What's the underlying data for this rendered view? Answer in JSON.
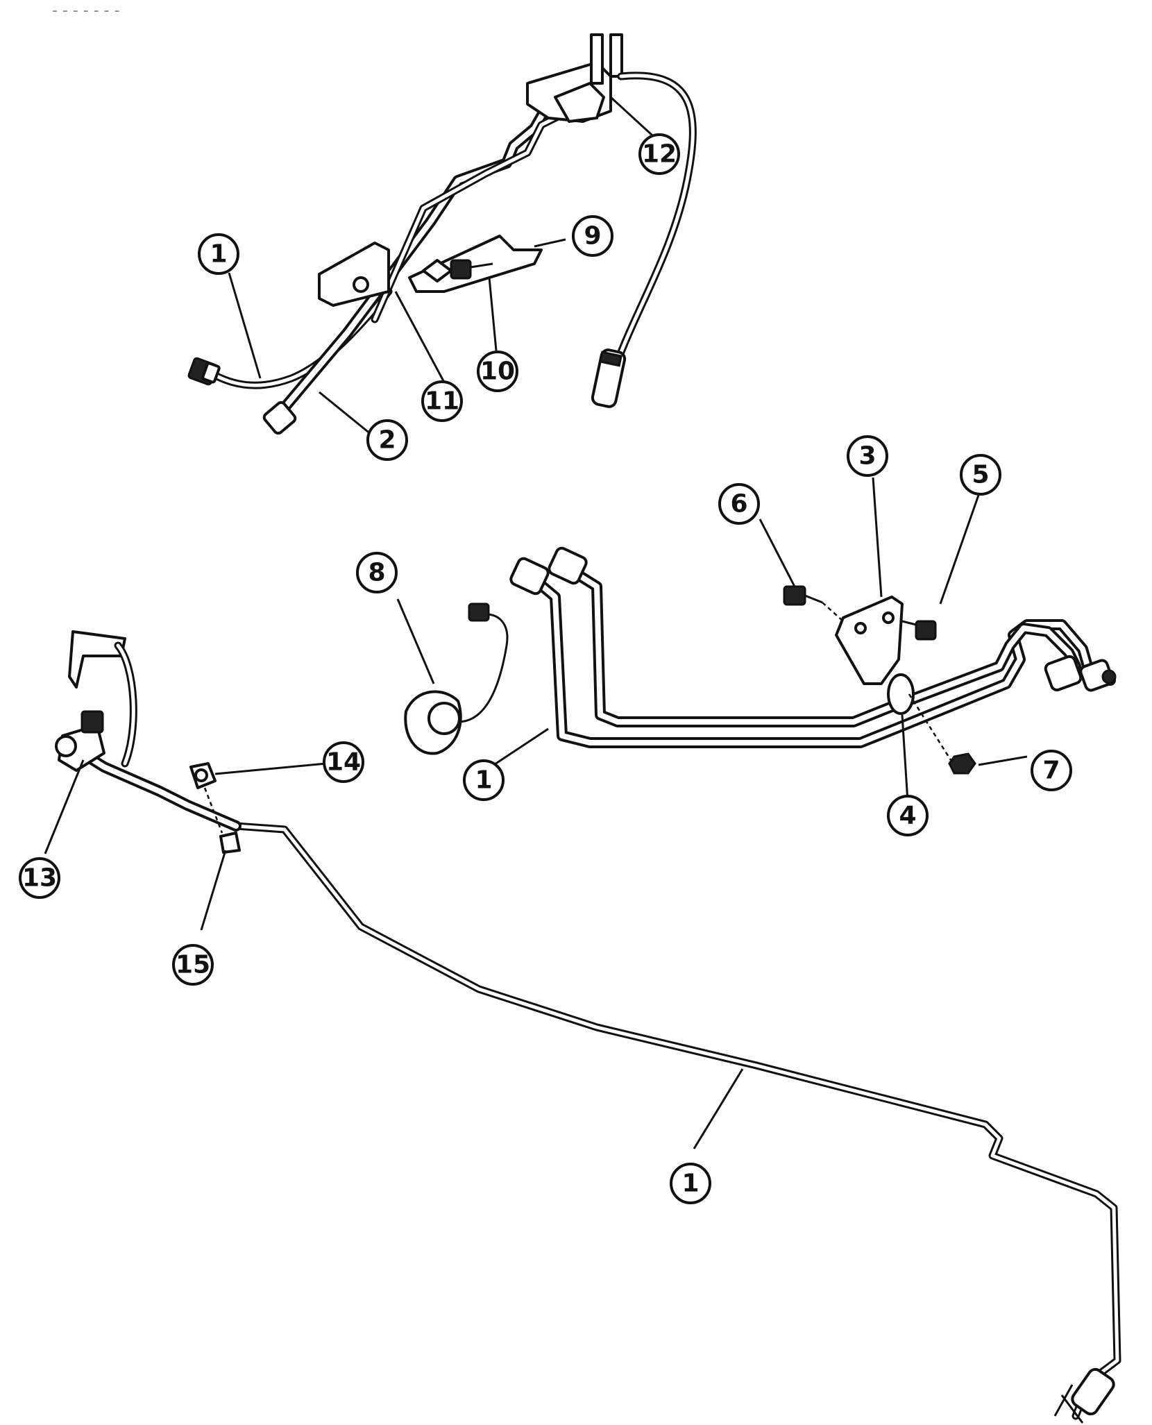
{
  "header_fragment": "- - - - - - -",
  "callouts": [
    {
      "label": "1"
    },
    {
      "label": "1"
    },
    {
      "label": "1"
    },
    {
      "label": "2"
    },
    {
      "label": "3"
    },
    {
      "label": "4"
    },
    {
      "label": "5"
    },
    {
      "label": "6"
    },
    {
      "label": "7"
    },
    {
      "label": "8"
    },
    {
      "label": "9"
    },
    {
      "label": "10"
    },
    {
      "label": "11"
    },
    {
      "label": "12"
    },
    {
      "label": "13"
    },
    {
      "label": "14"
    },
    {
      "label": "15"
    }
  ]
}
